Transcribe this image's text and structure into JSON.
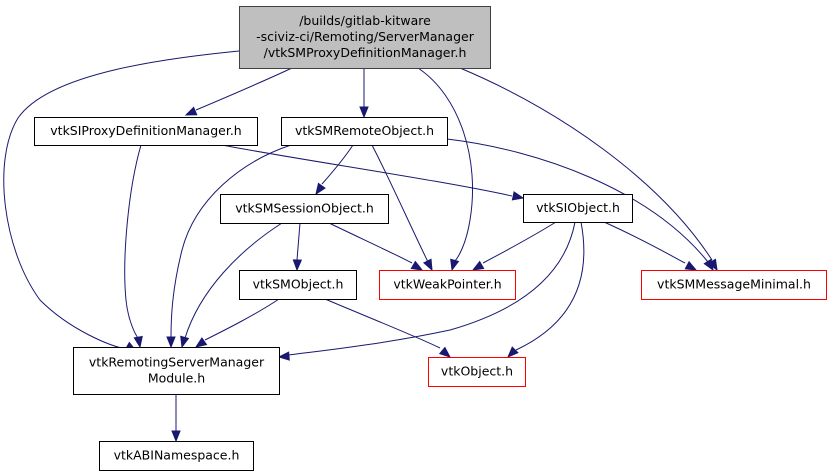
{
  "diagram": {
    "type": "include-dependency-graph",
    "colors": {
      "edge": "#191970",
      "root_fill": "#bfbfbf",
      "documented_border": "#000000",
      "undocumented_border": "#ff0000",
      "node_fill": "#ffffff"
    },
    "nodes": [
      {
        "id": "root",
        "lines": [
          "/builds/gitlab-kitware",
          "-sciviz-ci/Remoting/ServerManager",
          "/vtkSMProxyDefinitionManager.h"
        ],
        "kind": "root"
      },
      {
        "id": "siproxydef",
        "lines": [
          "vtkSIProxyDefinitionManager.h"
        ],
        "kind": "documented"
      },
      {
        "id": "smremote",
        "lines": [
          "vtkSMRemoteObject.h"
        ],
        "kind": "documented"
      },
      {
        "id": "smsession",
        "lines": [
          "vtkSMSessionObject.h"
        ],
        "kind": "documented"
      },
      {
        "id": "siobject",
        "lines": [
          "vtkSIObject.h"
        ],
        "kind": "documented"
      },
      {
        "id": "smobject",
        "lines": [
          "vtkSMObject.h"
        ],
        "kind": "documented"
      },
      {
        "id": "weakptr",
        "lines": [
          "vtkWeakPointer.h"
        ],
        "kind": "undocumented"
      },
      {
        "id": "msgmin",
        "lines": [
          "vtkSMMessageMinimal.h"
        ],
        "kind": "undocumented"
      },
      {
        "id": "module",
        "lines": [
          "vtkRemotingServerManager",
          "Module.h"
        ],
        "kind": "documented"
      },
      {
        "id": "vtkobject",
        "lines": [
          "vtkObject.h"
        ],
        "kind": "undocumented"
      },
      {
        "id": "abins",
        "lines": [
          "vtkABINamespace.h"
        ],
        "kind": "documented"
      }
    ],
    "edges": [
      {
        "from": "root",
        "to": "siproxydef"
      },
      {
        "from": "root",
        "to": "smremote"
      },
      {
        "from": "root",
        "to": "module"
      },
      {
        "from": "root",
        "to": "weakptr"
      },
      {
        "from": "root",
        "to": "msgmin"
      },
      {
        "from": "siproxydef",
        "to": "module"
      },
      {
        "from": "siproxydef",
        "to": "siobject"
      },
      {
        "from": "smremote",
        "to": "smsession"
      },
      {
        "from": "smremote",
        "to": "module"
      },
      {
        "from": "smremote",
        "to": "weakptr"
      },
      {
        "from": "smremote",
        "to": "msgmin"
      },
      {
        "from": "smsession",
        "to": "smobject"
      },
      {
        "from": "smsession",
        "to": "module"
      },
      {
        "from": "smsession",
        "to": "weakptr"
      },
      {
        "from": "siobject",
        "to": "weakptr"
      },
      {
        "from": "siobject",
        "to": "msgmin"
      },
      {
        "from": "siobject",
        "to": "module"
      },
      {
        "from": "siobject",
        "to": "vtkobject"
      },
      {
        "from": "smobject",
        "to": "module"
      },
      {
        "from": "smobject",
        "to": "vtkobject"
      },
      {
        "from": "module",
        "to": "abins"
      }
    ]
  }
}
